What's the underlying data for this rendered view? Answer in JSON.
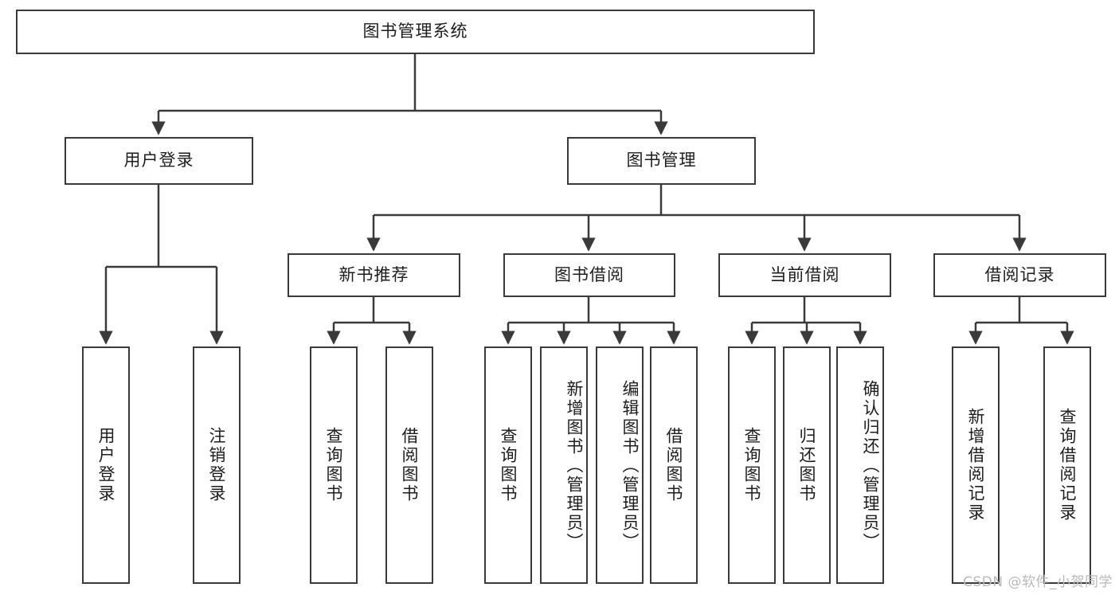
{
  "diagram": {
    "title": "图书管理系统",
    "type": "functional-structure-tree",
    "stroke_color": "#3a3a3a",
    "fill_color": "#ffffff",
    "text_color": "#1d1d1d",
    "watermark": "CSDN @软件_小贺同学"
  },
  "nodes": {
    "root": {
      "label": "图书管理系统"
    },
    "level1": [
      {
        "id": "user-login",
        "label": "用户登录"
      },
      {
        "id": "book-manage",
        "label": "图书管理"
      }
    ],
    "level2": [
      {
        "id": "new-book-recommend",
        "label": "新书推荐",
        "parent": "book-manage"
      },
      {
        "id": "book-borrow",
        "label": "图书借阅",
        "parent": "book-manage"
      },
      {
        "id": "current-borrow",
        "label": "当前借阅",
        "parent": "book-manage"
      },
      {
        "id": "borrow-record",
        "label": "借阅记录",
        "parent": "book-manage"
      }
    ],
    "leaves": {
      "user-login": [
        {
          "id": "leaf-user-login",
          "label": "用户登录"
        },
        {
          "id": "leaf-user-logout",
          "label": "注销登录"
        }
      ],
      "new-book-recommend": [
        {
          "id": "leaf-query-book-1",
          "label": "查询图书"
        },
        {
          "id": "leaf-borrow-book-1",
          "label": "借阅图书"
        }
      ],
      "book-borrow": [
        {
          "id": "leaf-query-book-2",
          "label": "查询图书"
        },
        {
          "id": "leaf-add-book",
          "label": "新增图书（管理员）"
        },
        {
          "id": "leaf-edit-book",
          "label": "编辑图书（管理员）"
        },
        {
          "id": "leaf-borrow-book-2",
          "label": "借阅图书"
        }
      ],
      "current-borrow": [
        {
          "id": "leaf-query-book-3",
          "label": "查询图书"
        },
        {
          "id": "leaf-return-book",
          "label": "归还图书"
        },
        {
          "id": "leaf-confirm-return",
          "label": "确认归还（管理员）"
        }
      ],
      "borrow-record": [
        {
          "id": "leaf-add-record",
          "label": "新增借阅记录"
        },
        {
          "id": "leaf-query-record",
          "label": "查询借阅记录"
        }
      ]
    }
  }
}
